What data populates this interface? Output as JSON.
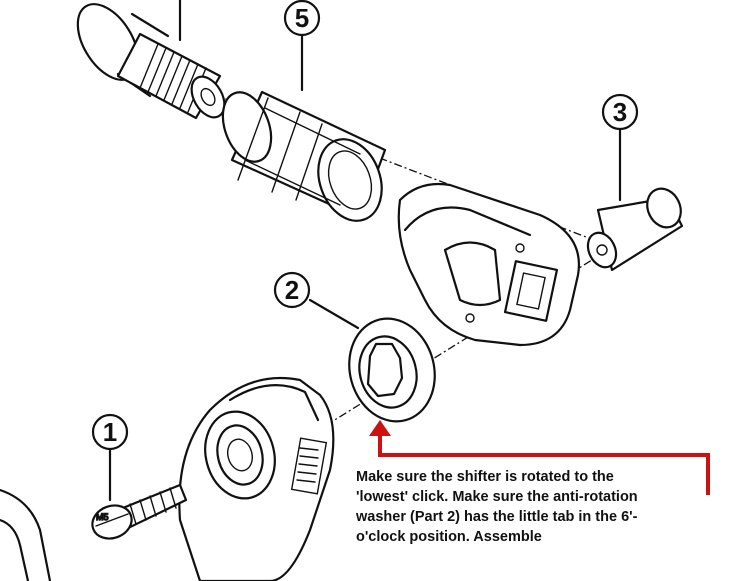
{
  "diagram": {
    "callouts": [
      {
        "id": "part-1",
        "label": "1"
      },
      {
        "id": "part-2",
        "label": "2"
      },
      {
        "id": "part-3",
        "label": "3"
      },
      {
        "id": "part-5",
        "label": "5"
      }
    ],
    "screw_marking": "M5",
    "annotation": {
      "text": "Make sure the shifter is rotated to the\n'lowest' click. Make sure the anti-rotation\nwasher (Part 2) has the little tab in the 6'-\no'clock position. Assemble",
      "arrow_color": "#cc1111"
    }
  }
}
